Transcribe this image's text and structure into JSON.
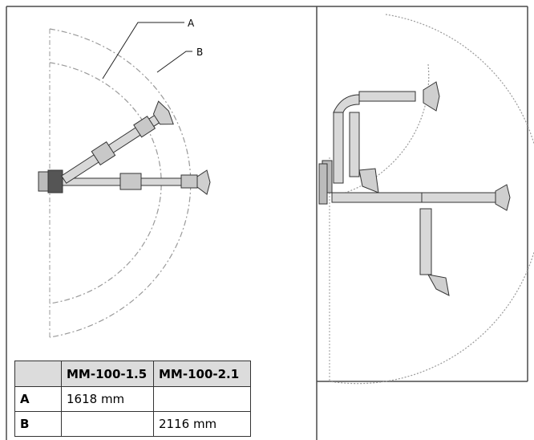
{
  "callouts": {
    "a": "A",
    "b": "B"
  },
  "table": {
    "headers": [
      "",
      "MM-100-1.5",
      "MM-100-2.1"
    ],
    "rows": [
      {
        "key": "A",
        "c1": "1618 mm",
        "c2": ""
      },
      {
        "key": "B",
        "c1": "",
        "c2": "2116 mm"
      }
    ]
  }
}
